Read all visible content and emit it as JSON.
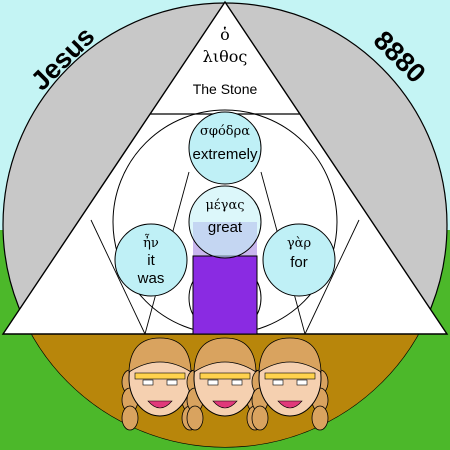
{
  "corner_labels": {
    "left": "Jesus",
    "right": "8880"
  },
  "apex": {
    "greek_article": "ὁ",
    "greek_word": "λιθος",
    "english": "The Stone"
  },
  "circles": {
    "top": {
      "greek": "σφόδρα",
      "english": "extremely"
    },
    "center": {
      "greek": "μέγας",
      "english": "great"
    },
    "left": {
      "greek": "ἦν",
      "english_line1": "it",
      "english_line2": "was"
    },
    "right": {
      "greek": "γὰρ",
      "english": "for"
    }
  },
  "colors": {
    "sky": "#c4f4f4",
    "grass": "#4cb82a",
    "earth": "#b8860b",
    "gray_disk": "#c8c8c8",
    "word_circle": "#bff0f6",
    "stone_block": "#8a2be2",
    "stone_light": "#c9b7ee",
    "face": "#f5d0b0",
    "hair": "#d9a35f",
    "mouth": "#e0397a",
    "eye_stripe": "#ffd24d"
  }
}
